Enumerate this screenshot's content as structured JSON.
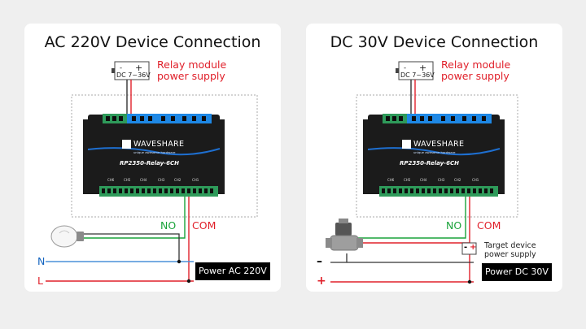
{
  "panels": {
    "ac": {
      "title": "AC 220V Device Connection",
      "psu_text": "DC 7~36V",
      "psu_minus": "-",
      "psu_plus": "+",
      "relay_supply_label": "Relay module\npower supply",
      "brand": "WAVESHARE",
      "tagline": "unique awesome hardware",
      "model": "RP2350-Relay-6CH",
      "channels": [
        "CH6",
        "CH5",
        "CH4",
        "CH3",
        "CH2",
        "CH1"
      ],
      "no_label": "NO",
      "com_label": "COM",
      "n_label": "N",
      "l_label": "L",
      "power_label": "Power AC 220V"
    },
    "dc": {
      "title": "DC 30V Device Connection",
      "psu_text": "DC 7~36V",
      "psu_minus": "-",
      "psu_plus": "+",
      "relay_supply_label": "Relay module\npower supply",
      "brand": "WAVESHARE",
      "tagline": "unique awesome hardware",
      "model": "RP2350-Relay-6CH",
      "channels": [
        "CH6",
        "CH5",
        "CH4",
        "CH3",
        "CH2",
        "CH1"
      ],
      "no_label": "NO",
      "com_label": "COM",
      "target_minus": "-",
      "target_plus": "+",
      "target_label": "Target device\npower supply",
      "minus_label": "–",
      "plus_label": "+",
      "power_label": "Power DC 30V"
    }
  },
  "colors": {
    "red_wire": "#e0202a",
    "green_wire": "#1aa33a",
    "blue_wire": "#4a90d9",
    "black_wire": "#333333",
    "accent_text": "#e0202a"
  },
  "icons": [
    "light-bulb-icon",
    "solenoid-valve-icon",
    "relay-board-icon"
  ]
}
